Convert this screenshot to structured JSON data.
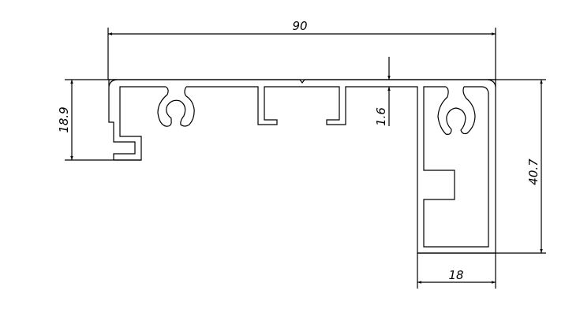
{
  "drawing": {
    "title": "Aluminium profile cross-section",
    "line_color": "#000000",
    "background": "#ffffff"
  },
  "dimensions": {
    "overall_width": "90",
    "left_height": "18.9",
    "wall_thickness": "1.6",
    "right_height": "40.7",
    "right_width": "18"
  }
}
